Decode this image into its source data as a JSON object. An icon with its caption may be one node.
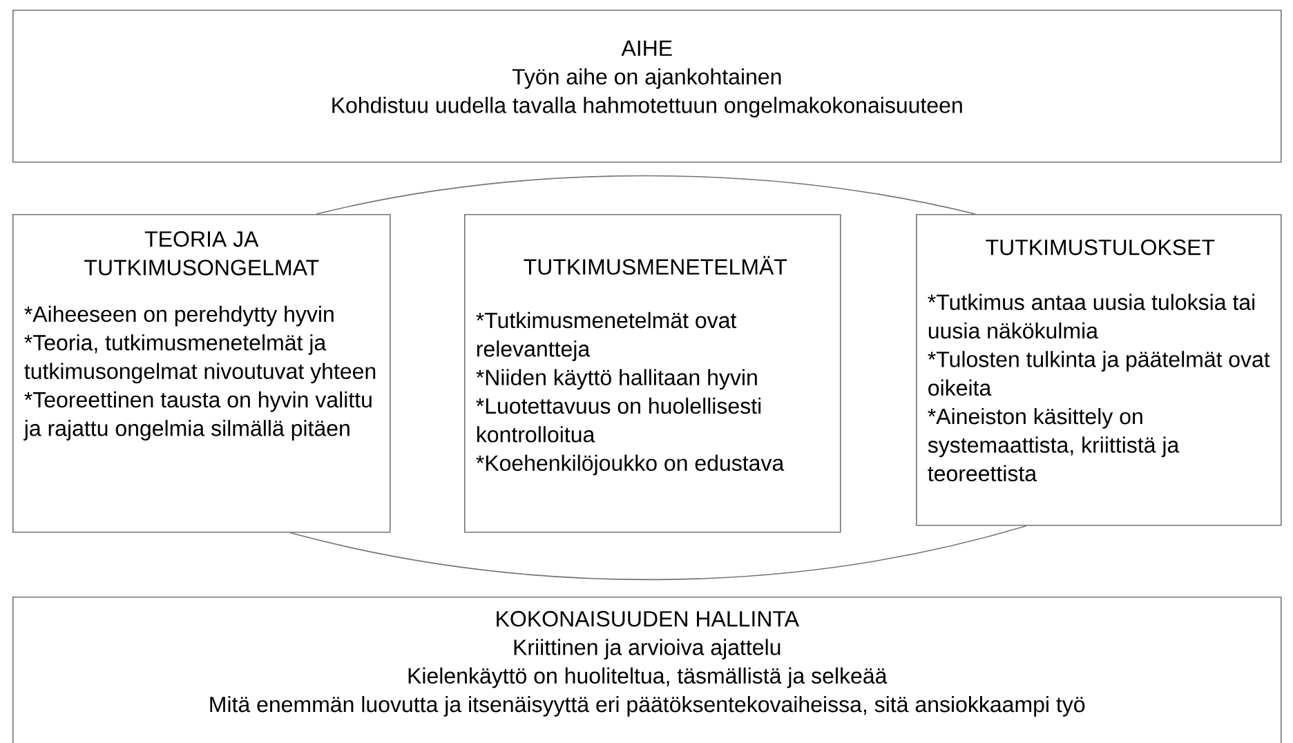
{
  "diagram": {
    "nodes": [
      {
        "text": [
          "AIHE",
          "Työn aihe on ajankohtainen",
          "Kohdistuu uudella tavalla hahmotettuun ongelmakokonaisuuteen"
        ]
      },
      {
        "text": [
          "TEORIA JA TUTKIMUSONGELMAT",
          "*Aiheeseen on perehdytty hyvin",
          "*Teoria, tutkimusmenetelmät ja tutkimusongelmat nivoutuvat yhteen",
          "*Teoreettinen tausta on hyvin valittu ja rajattu ongelmia silmällä pitäen"
        ]
      },
      {
        "text": [
          "TUTKIMUSMENETELMÄT",
          "*Tutkimusmenetelmät ovat relevantteja",
          "*Niiden käyttö hallitaan hyvin",
          "*Luotettavuus on huolellisesti kontrolloitua",
          "*Koehenkilöjoukko on edustava"
        ]
      },
      {
        "text": [
          "TUTKIMUSTULOKSET",
          "*Tutkimus antaa uusia tuloksia tai uusia näkökulmia",
          "*Tulosten tulkinta ja päätelmät ovat oikeita",
          "*Aineiston käsittely on systemaattista, kriittistä ja teoreettista"
        ]
      },
      {
        "text": [
          "KOKONAISUUDEN HALLINTA",
          "Kriittinen ja arvioiva ajattelu",
          "Kielenkäyttö on huoliteltua, täsmällistä ja selkeää",
          "Mitä enemmän luovutta ja itsenäisyyttä eri päätöksentekovaiheissa, sitä ansiokkaampi työ"
        ]
      }
    ],
    "edges": [
      {
        "from": 1,
        "to": 3,
        "arrow": "none"
      },
      {
        "from": 1,
        "to": 3,
        "arrow": "none"
      }
    ]
  }
}
